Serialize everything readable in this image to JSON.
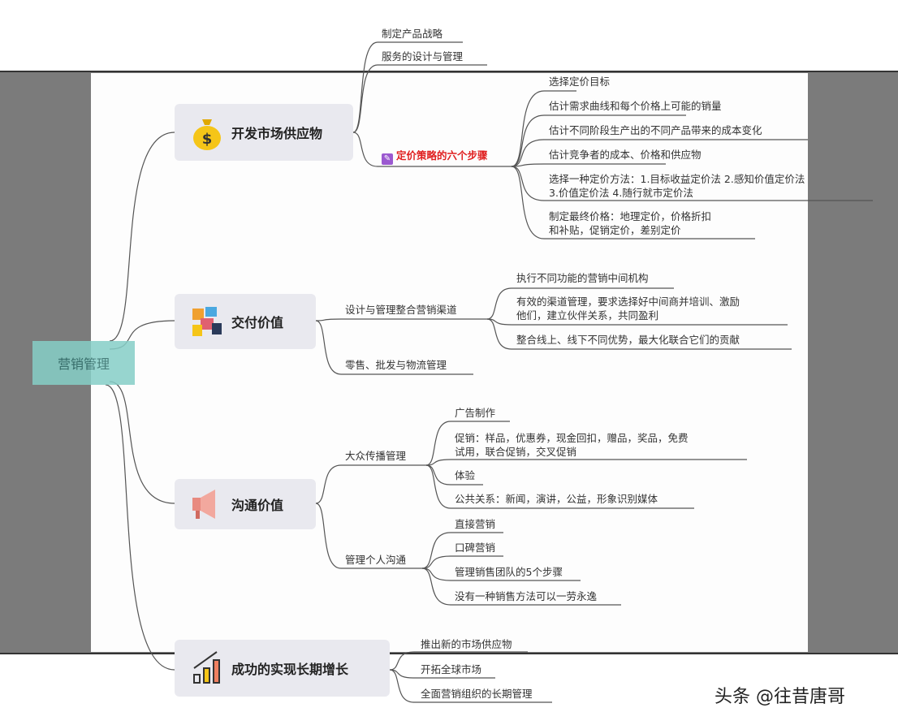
{
  "root": "营销管理",
  "branches": [
    {
      "title": "开发市场供应物",
      "icon": "money-bag-icon",
      "children": [
        {
          "label": "制定产品战略"
        },
        {
          "label": "服务的设计与管理"
        },
        {
          "label": "定价策略的六个步骤",
          "highlight": "#e02020",
          "icon": "pencil-icon",
          "children": [
            "选择定价目标",
            "估计需求曲线和每个价格上可能的销量",
            "估计不同阶段生产出的不同产品带来的成本变化",
            "估计竞争者的成本、价格和供应物",
            "选择一种定价方法：1.目标收益定价法 2.感知价值定价法",
            "3.价值定价法 4.随行就市定价法",
            "制定最终价格：地理定价，价格折扣",
            "和补贴，促销定价，差别定价"
          ]
        }
      ]
    },
    {
      "title": "交付价值",
      "icon": "puzzle-icon",
      "children": [
        {
          "label": "设计与管理整合营销渠道",
          "children": [
            "执行不同功能的营销中间机构",
            "有效的渠道管理，要求选择好中间商并培训、激励",
            "他们，建立伙伴关系，共同盈利",
            "整合线上、线下不同优势，最大化联合它们的贡献"
          ]
        },
        {
          "label": "零售、批发与物流管理"
        }
      ]
    },
    {
      "title": "沟通价值",
      "icon": "megaphone-icon",
      "children": [
        {
          "label": "大众传播管理",
          "children": [
            "广告制作",
            "促销：样品，优惠券，现金回扣，赠品，奖品，免费",
            "试用，联合促销，交叉促销",
            "体验",
            "公共关系：新闻，演讲，公益，形象识别媒体"
          ]
        },
        {
          "label": "管理个人沟通",
          "children": [
            "直接营销",
            "口碑营销",
            "管理销售团队的5个步骤",
            "没有一种销售方法可以一劳永逸"
          ]
        }
      ]
    },
    {
      "title": "成功的实现长期增长",
      "icon": "bar-chart-icon",
      "children": [
        {
          "label": "推出新的市场供应物"
        },
        {
          "label": "开拓全球市场"
        },
        {
          "label": "全面营销组织的长期管理"
        }
      ]
    }
  ],
  "watermark": "头条 @往昔唐哥"
}
